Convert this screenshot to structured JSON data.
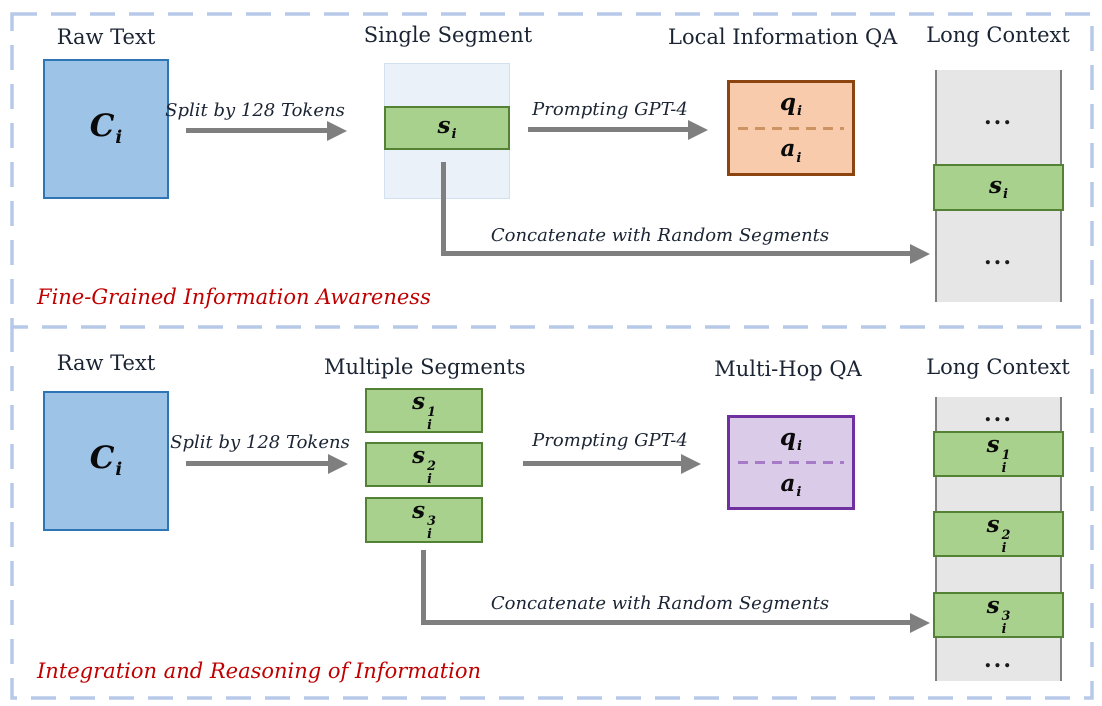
{
  "colors": {
    "panel_dash_border": "#b7c9e8",
    "raw_text_fill": "#9dc3e6",
    "raw_text_border": "#2e75b6",
    "segment_container_fill": "#eaf1f9",
    "segment_fill": "#a9d18e",
    "segment_border": "#548235",
    "long_context_fill": "#e7e6e6",
    "long_context_border": "#7f7f7f",
    "local_qa_fill": "#f8cbad",
    "local_qa_border": "#8c4510",
    "multihop_qa_fill": "#dacbe9",
    "multihop_qa_border": "#7030a0",
    "arrow_gray": "#7f7f7f",
    "caption_red": "#c00000"
  },
  "top_panel": {
    "caption": "Fine-Grained Information Awareness",
    "raw_text_label": "Raw Text",
    "raw_text_symbol": {
      "base": "C",
      "sub": "i"
    },
    "split_label": "Split by 128 Tokens",
    "segment_label": "Single Segment",
    "segment_symbol": {
      "base": "s",
      "sub": "i"
    },
    "prompt_label": "Prompting GPT-4",
    "qa_label": "Local Information QA",
    "qa_q": {
      "base": "q",
      "sub": "i"
    },
    "qa_a": {
      "base": "a",
      "sub": "i"
    },
    "concat_label": "Concatenate with Random Segments",
    "long_context_label": "Long Context",
    "lc_top_ellipsis": "...",
    "lc_segment": {
      "base": "s",
      "sub": "i"
    },
    "lc_bottom_ellipsis": "..."
  },
  "bottom_panel": {
    "caption": "Integration and Reasoning of Information",
    "raw_text_label": "Raw Text",
    "raw_text_symbol": {
      "base": "C",
      "sub": "i"
    },
    "split_label": "Split by 128 Tokens",
    "segments_label": "Multiple Segments",
    "segments": [
      {
        "base": "s",
        "sub": "i",
        "sup": "1"
      },
      {
        "base": "s",
        "sub": "i",
        "sup": "2"
      },
      {
        "base": "s",
        "sub": "i",
        "sup": "3"
      }
    ],
    "prompt_label": "Prompting GPT-4",
    "qa_label": "Multi-Hop QA",
    "qa_q": {
      "base": "q",
      "sub": "i"
    },
    "qa_a": {
      "base": "a",
      "sub": "i"
    },
    "concat_label": "Concatenate with Random Segments",
    "long_context_label": "Long Context",
    "lc_top_ellipsis": "...",
    "lc_seg1": {
      "base": "s",
      "sub": "i",
      "sup": "1"
    },
    "lc_seg2": {
      "base": "s",
      "sub": "i",
      "sup": "2"
    },
    "lc_seg3": {
      "base": "s",
      "sub": "i",
      "sup": "3"
    },
    "lc_bottom_ellipsis": "..."
  }
}
